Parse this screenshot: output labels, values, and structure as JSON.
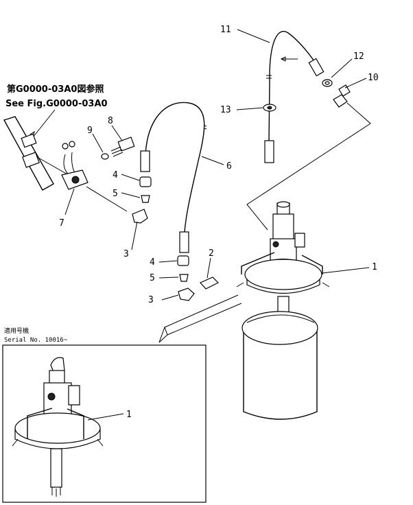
{
  "reference": {
    "jp": "第G0000-03A0図参照",
    "en": "See Fig.G0000-03A0"
  },
  "serial": {
    "jp": "適用号機",
    "en": "Serial  No. 10016~"
  },
  "callouts": {
    "c1": "1",
    "c1_inset": "1",
    "c2": "2",
    "c3a": "3",
    "c3b": "3",
    "c4a": "4",
    "c4b": "4",
    "c5a": "5",
    "c5b": "5",
    "c6": "6",
    "c7": "7",
    "c8": "8",
    "c9": "9",
    "c10": "10",
    "c11": "11",
    "c12": "12",
    "c13": "13"
  }
}
